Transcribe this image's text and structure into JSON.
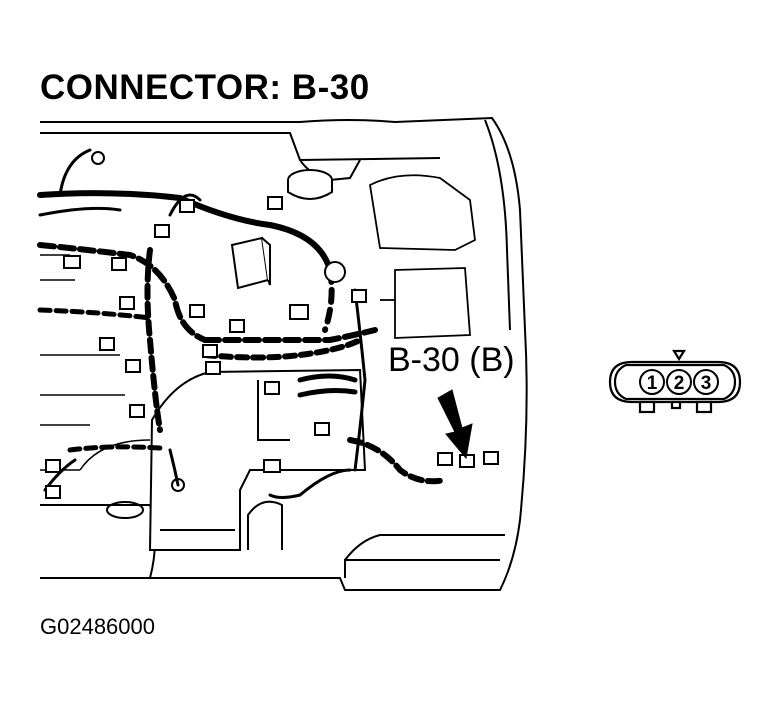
{
  "diagram": {
    "title": "CONNECTOR: B-30",
    "callout_label": "B-30 (B)",
    "figure_id": "G02486000",
    "connector_pins": [
      "1",
      "2",
      "3"
    ]
  }
}
